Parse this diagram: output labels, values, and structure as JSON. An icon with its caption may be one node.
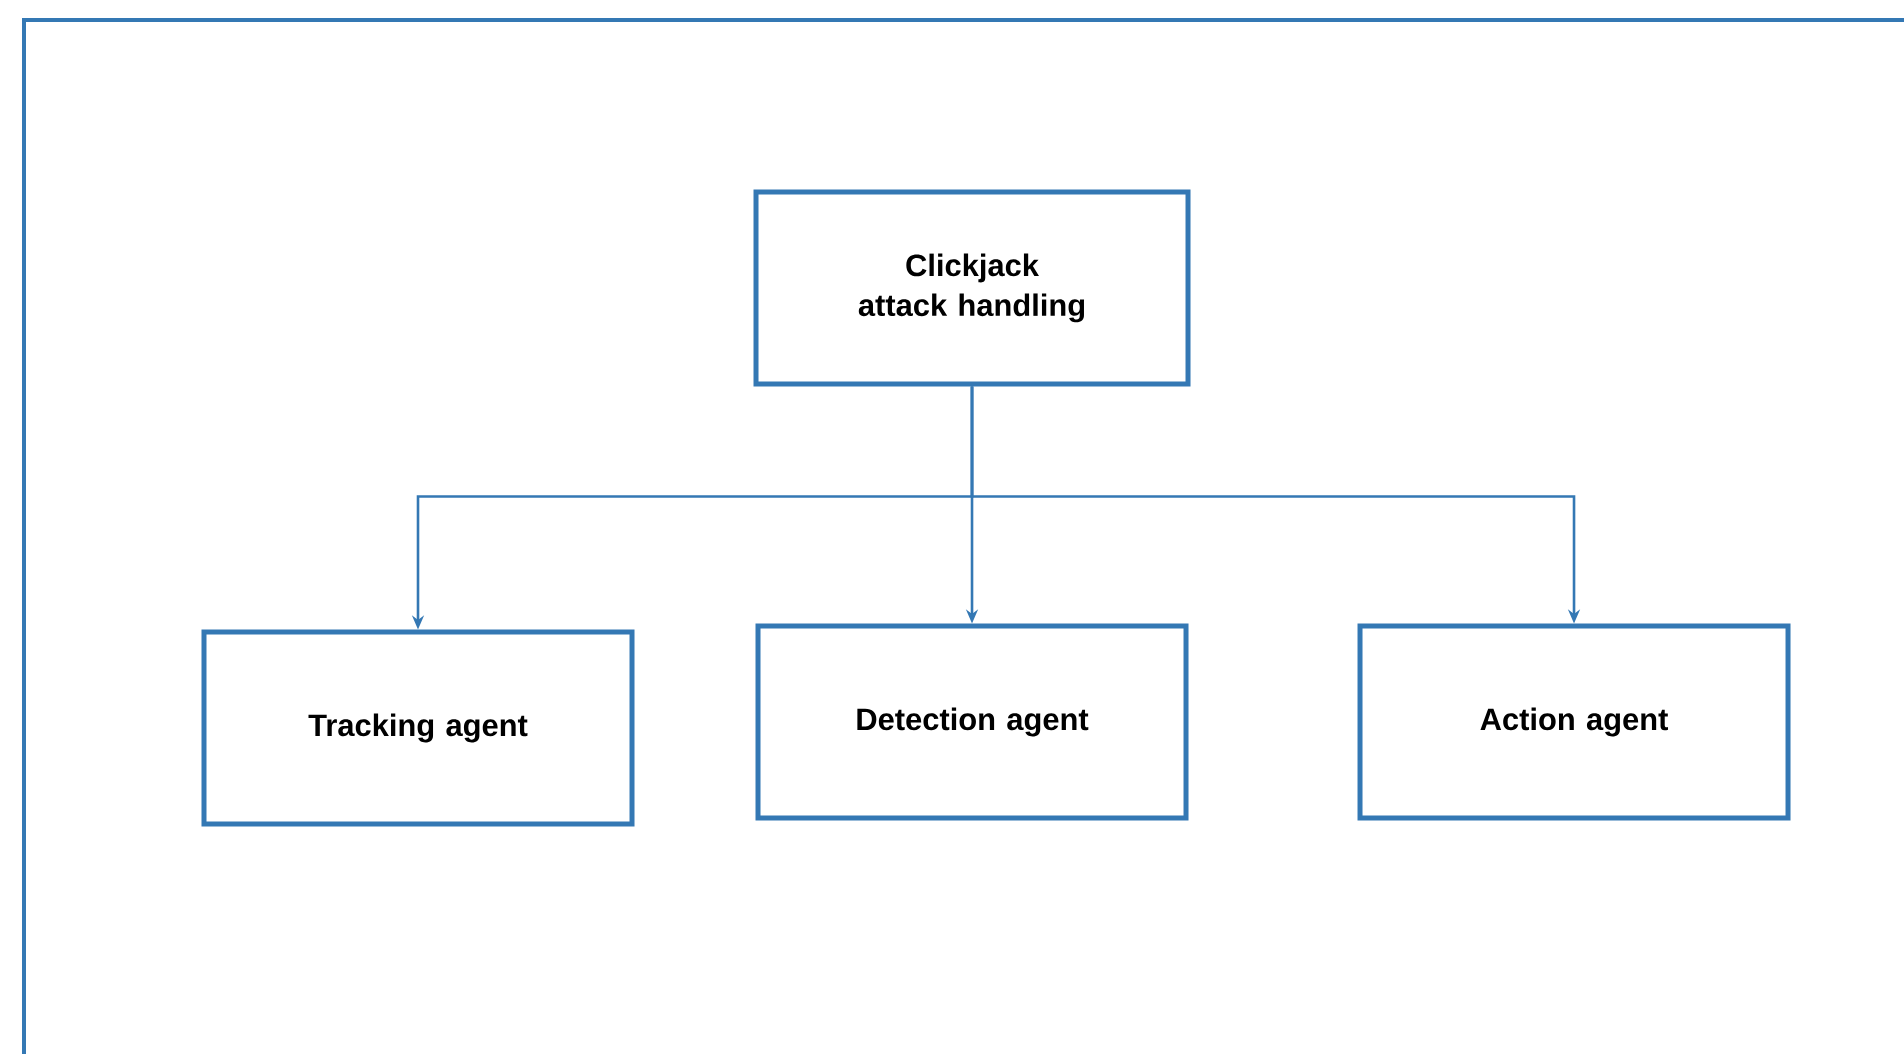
{
  "diagram": {
    "nodes": [
      {
        "text": [
          "Clickjack attack handling"
        ]
      },
      {
        "text": [
          "Tracking agent"
        ]
      },
      {
        "text": [
          "Detection agent"
        ]
      },
      {
        "text": [
          "Action agent"
        ]
      }
    ],
    "edges": [
      {
        "from": 0,
        "to": 1,
        "arrow": "to"
      },
      {
        "from": 0,
        "to": 2,
        "arrow": "to"
      },
      {
        "from": 0,
        "to": 3,
        "arrow": "to"
      }
    ]
  }
}
